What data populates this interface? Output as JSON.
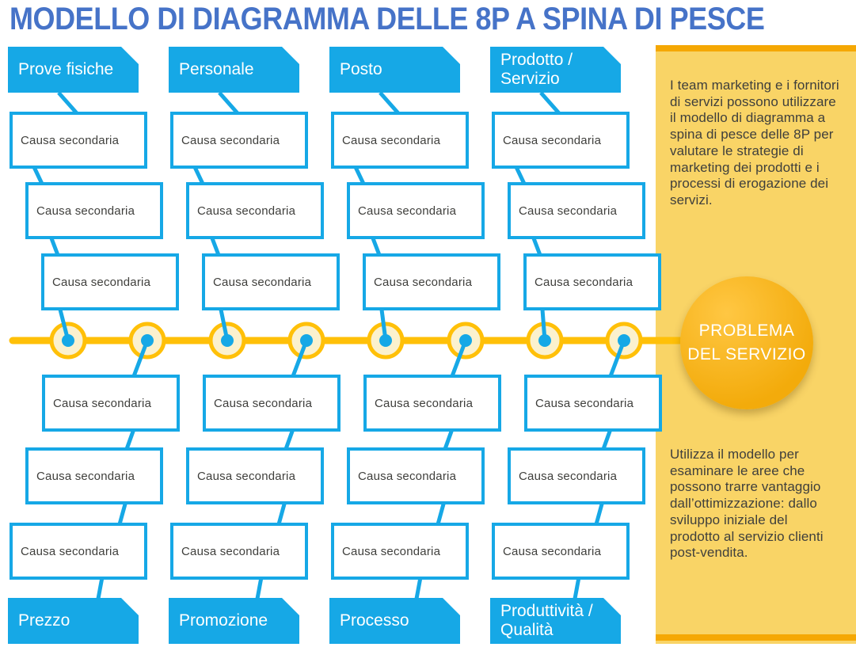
{
  "title": "MODELLO DI DIAGRAMMA DELLE 8P A SPINA DI PESCE",
  "categories": {
    "top": [
      {
        "label": "Prove fisiche"
      },
      {
        "label": "Personale"
      },
      {
        "label": "Posto"
      },
      {
        "label": "Prodotto / Servizio"
      }
    ],
    "bottom": [
      {
        "label": "Prezzo"
      },
      {
        "label": "Promozione"
      },
      {
        "label": "Processo"
      },
      {
        "label": "Produttività / Qualità"
      }
    ]
  },
  "cause_label": "Causa secondaria",
  "problem": {
    "label": "PROBLEMA DEL SERVIZIO"
  },
  "sidebar": {
    "top_text": "I team marketing e i fornitori di servizi possono utilizzare il modello di diagramma a spina di pesce delle 8P per valutare le strategie di marketing dei prodotti e i processi di erogazione dei servizi.",
    "bottom_text": "Utilizza il modello per esaminare le aree che possono trarre vantaggio dall’ottimizzazione: dallo sviluppo iniziale del prodotto al servizio clienti post-vendita."
  },
  "colors": {
    "cyan": "#16A8E6",
    "orange": "#FFC008",
    "node_fill": "#FBF1CE",
    "panel_yellow": "#F9D466",
    "panel_stripe": "#F5A804",
    "problem_orange": "#F3AB0B",
    "problem_highlight": "#FFC743",
    "title_blue": "#4673C8",
    "text_dark": "#3F3F3C"
  }
}
